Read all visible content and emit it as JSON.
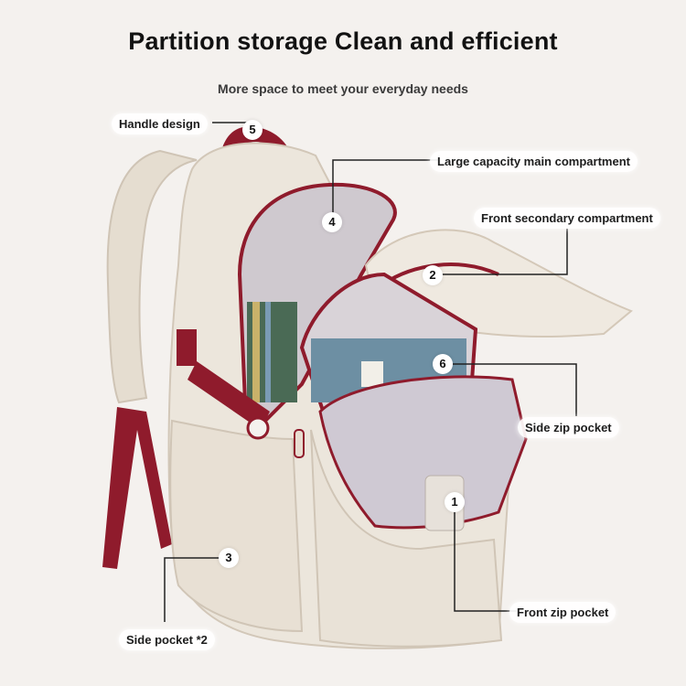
{
  "header": {
    "title": "Partition storage Clean and efficient",
    "subtitle": "More space to meet your everyday needs"
  },
  "callouts": [
    {
      "id": "handle",
      "label": "Handle design",
      "number": "5"
    },
    {
      "id": "main",
      "label": "Large capacity main compartment",
      "number": "4"
    },
    {
      "id": "front-secondary",
      "label": "Front secondary compartment",
      "number": "2"
    },
    {
      "id": "side-zip",
      "label": "Side zip pocket",
      "number": "6"
    },
    {
      "id": "front-zip",
      "label": "Front zip pocket",
      "number": "1"
    },
    {
      "id": "side-pocket",
      "label": "Side pocket *2",
      "number": "3"
    }
  ],
  "colors": {
    "bag_body": "#ece6dc",
    "bag_shadow": "#d8cfc2",
    "accent_red": "#8f1b2c",
    "lining": "#cfc9cf"
  }
}
